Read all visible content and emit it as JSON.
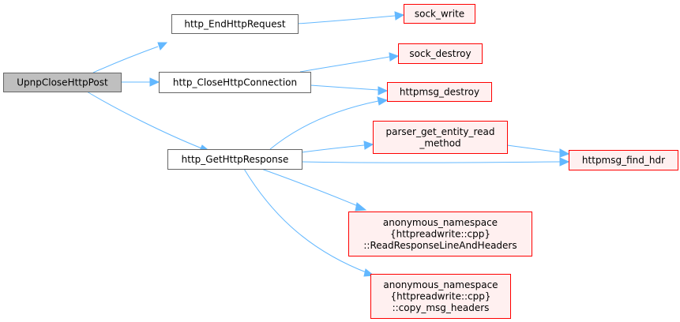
{
  "colors": {
    "root_fill": "#bfbfbf",
    "root_stroke": "#666666",
    "internal_fill": "#ffffff",
    "internal_stroke": "#666666",
    "leaf_fill": "#fff0f0",
    "leaf_stroke": "#ff0000",
    "edge": "#63b8ff"
  },
  "nodes": {
    "upnp_close_http_post": {
      "lines": [
        "UpnpCloseHttpPost"
      ],
      "kind": "root"
    },
    "http_end_http_request": {
      "lines": [
        "http_EndHttpRequest"
      ],
      "kind": "internal"
    },
    "http_close_http_connection": {
      "lines": [
        "http_CloseHttpConnection"
      ],
      "kind": "internal"
    },
    "http_get_http_response": {
      "lines": [
        "http_GetHttpResponse"
      ],
      "kind": "internal"
    },
    "sock_write": {
      "lines": [
        "sock_write"
      ],
      "kind": "leaf"
    },
    "sock_destroy": {
      "lines": [
        "sock_destroy"
      ],
      "kind": "leaf"
    },
    "httpmsg_destroy": {
      "lines": [
        "httpmsg_destroy"
      ],
      "kind": "leaf"
    },
    "parser_get_entity_read_method": {
      "lines": [
        "parser_get_entity_read",
        "_method"
      ],
      "kind": "leaf"
    },
    "httpmsg_find_hdr": {
      "lines": [
        "httpmsg_find_hdr"
      ],
      "kind": "leaf"
    },
    "read_response_line_and_headers": {
      "lines": [
        "anonymous_namespace",
        "{httpreadwrite::cpp}",
        "::ReadResponseLineAndHeaders"
      ],
      "kind": "leaf"
    },
    "copy_msg_headers": {
      "lines": [
        "anonymous_namespace",
        "{httpreadwrite::cpp}",
        "::copy_msg_headers"
      ],
      "kind": "leaf"
    }
  },
  "edges": [
    [
      "upnp_close_http_post",
      "http_end_http_request"
    ],
    [
      "upnp_close_http_post",
      "http_close_http_connection"
    ],
    [
      "upnp_close_http_post",
      "http_get_http_response"
    ],
    [
      "http_end_http_request",
      "sock_write"
    ],
    [
      "http_close_http_connection",
      "sock_destroy"
    ],
    [
      "http_close_http_connection",
      "httpmsg_destroy"
    ],
    [
      "http_get_http_response",
      "httpmsg_destroy"
    ],
    [
      "http_get_http_response",
      "parser_get_entity_read_method"
    ],
    [
      "http_get_http_response",
      "httpmsg_find_hdr"
    ],
    [
      "http_get_http_response",
      "read_response_line_and_headers"
    ],
    [
      "http_get_http_response",
      "copy_msg_headers"
    ],
    [
      "parser_get_entity_read_method",
      "httpmsg_find_hdr"
    ]
  ]
}
